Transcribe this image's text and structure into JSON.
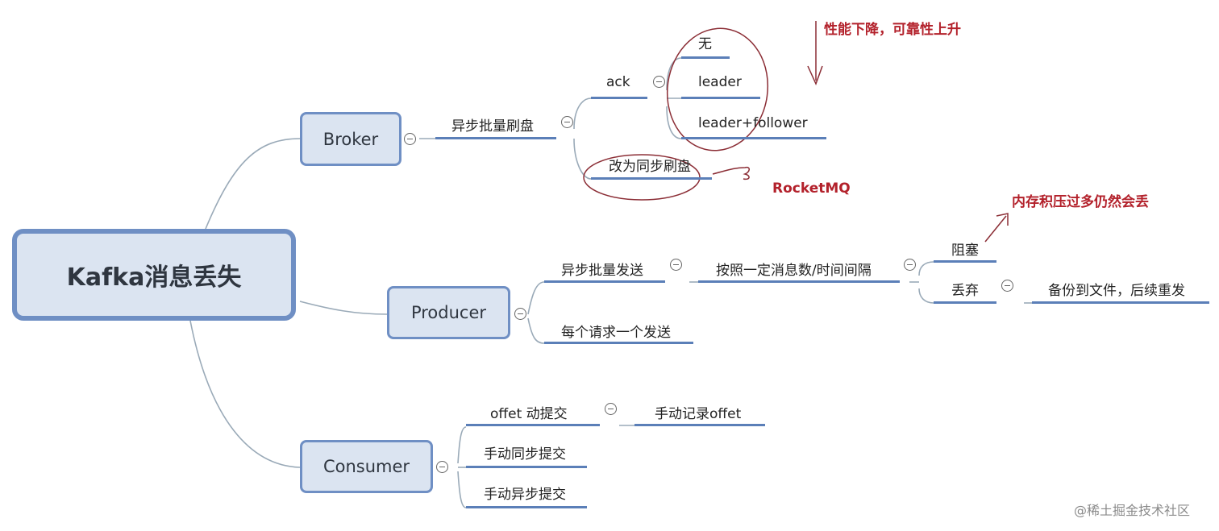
{
  "root": {
    "label": "Kafka消息丢失"
  },
  "broker": {
    "label": "Broker",
    "async_flush": "异步批量刷盘",
    "ack": "ack",
    "ack_options": [
      "无",
      "leader",
      "leader+follower"
    ],
    "sync_flush": "改为同步刷盘",
    "note_perf": "性能下降，可靠性上升",
    "note_rocketmq": "RocketMQ"
  },
  "producer": {
    "label": "Producer",
    "async_send": "异步批量发送",
    "send_rule": "按照一定消息数/时间间隔",
    "block": "阻塞",
    "discard": "丢弃",
    "backup": "备份到文件，后续重发",
    "single_send": "每个请求一个发送",
    "note_memory": "内存积压过多仍然会丢"
  },
  "consumer": {
    "label": "Consumer",
    "auto_commit": "offet  动提交",
    "manual_record": "手动记录offet",
    "manual_sync": "手动同步提交",
    "manual_async": "手动异步提交"
  },
  "watermark": "@稀土掘金技术社区",
  "colors": {
    "node_fill": "#dbe4f1",
    "node_border": "#6f8fc4",
    "line": "#5b7fb8",
    "annotation": "#b3212b"
  }
}
